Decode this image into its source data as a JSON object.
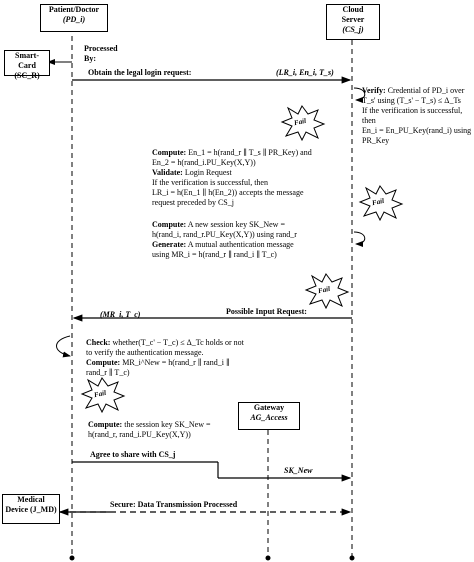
{
  "actors": {
    "patient": {
      "name": "Patient/Doctor",
      "id": "(PD_i)"
    },
    "cloud": {
      "name": "Cloud",
      "name2": "Server",
      "id": "(CS_j)"
    },
    "smartcard": {
      "name": "Smart-",
      "name2": "Card (SC_R)"
    },
    "gateway": {
      "name": "Gateway",
      "id": "AG_Access"
    },
    "device": {
      "name": "Medical",
      "name2": "Device (J_MD)"
    }
  },
  "processed_by": {
    "line1": "Processed",
    "line2": "By:"
  },
  "messages": {
    "login_request": "Obtain the legal login request:",
    "login_params": "(LR_i, En_i, T_s)",
    "possible_input": "Possible Input Request:",
    "mr_params": "(MR_i, T_c)",
    "agree_share": "Agree to share with CS_j",
    "sk_new": "SK_New",
    "secure": "Secure: Data Transmission Processed"
  },
  "verify_block": [
    {
      "b": "Verify:",
      "t": " Credential of PD_i over"
    },
    {
      "b": "",
      "t": "T_s' using (T_s' − T_s) ≤ Δ_Ts"
    },
    {
      "b": "",
      "t": "If the verification is successful,"
    },
    {
      "b": "",
      "t": "then"
    },
    {
      "b": "",
      "t": "En_i = En_PU_Key(rand_i) using"
    },
    {
      "b": "",
      "t": "PR_Key"
    }
  ],
  "compute_block_1": [
    {
      "b": "Compute:",
      "t": " En_1 = h(rand_r ∥ T_s ∥ PR_Key) and"
    },
    {
      "b": "",
      "t": "En_2 = h(rand_i.PU_Key(X,Y))"
    },
    {
      "b": "Validate:",
      "t": " Login Request"
    },
    {
      "b": "",
      "t": "If the verification is successful, then"
    },
    {
      "b": "",
      "t": "LR_i = h(En_1 ∥ h(En_2)) accepts the message"
    },
    {
      "b": "",
      "t": "request preceded by CS_j"
    }
  ],
  "compute_block_2": [
    {
      "b": "Compute:",
      "t": " A new session key SK_New ="
    },
    {
      "b": "",
      "t": "h(rand_i, rand_r.PU_Key(X,Y)) using rand_r"
    },
    {
      "b": "Generate:",
      "t": " A mutual authentication message"
    },
    {
      "b": "",
      "t": "using MR_i = h(rand_r ∥ rand_i ∥ T_c)"
    }
  ],
  "check_block": [
    {
      "b": "Check:",
      "t": " whether(T_c' − T_c) ≤ Δ_Tc holds or not"
    },
    {
      "b": "",
      "t": "to verify the authentication message."
    },
    {
      "b": "Compute:",
      "t": " MR_i^New = h(rand_r ∥ rand_i ∥"
    },
    {
      "b": "",
      "t": "rand_r ∥ T_c)"
    }
  ],
  "compute_block_3": [
    {
      "b": "Compute:",
      "t": " the session key SK_New ="
    },
    {
      "b": "",
      "t": "h(rand_r, rand_i.PU_Key(X,Y))"
    }
  ],
  "fail_label": "Fail"
}
